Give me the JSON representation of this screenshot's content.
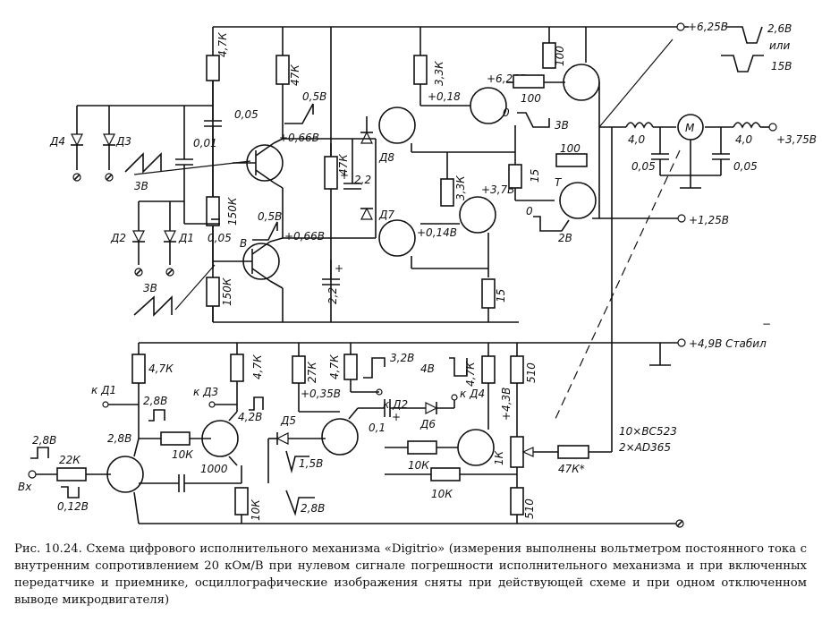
{
  "voltages": {
    "top_rail": "+6,25В",
    "osc_right_1": "2,6В",
    "osc_right_or": "или",
    "osc_right_2": "15В",
    "r_top_right": "100",
    "r_top_mid": "100",
    "node_out_top": "+6,25В",
    "osc_0": "0",
    "osc_3v": "3В",
    "coil_left": "4,0",
    "coil_right": "4,0",
    "out_right": "+3,75В",
    "cap_left": "0,05",
    "cap_right": "0,05",
    "motor": "M",
    "r_47k_top": "4,7К",
    "r_47k_mid": "47К",
    "osc_05v_a": "0,5В",
    "cap_005_a": "0,05",
    "node_066_a": "+0,66В",
    "r_33k_a": "3,3К",
    "node_018": "+0,18",
    "cap_001": "0,01",
    "d4": "Д4",
    "d3": "Д3",
    "osc_3v_left": "3В",
    "r_47k_vert": "47К",
    "cap_22_a": "2,2",
    "d8": "Д8",
    "r_33k_b": "3,3К",
    "node_37": "+3,7В",
    "r_15_a": "15",
    "r_100_t": "100",
    "t_label": "T",
    "osc_0_b": "0",
    "osc_2v": "2В",
    "rail_125": "+1,25В",
    "r_150k_a": "150К",
    "osc_05v_b": "0,5В",
    "node_b": "В",
    "node_066_b": "+0,66В",
    "d7": "Д7",
    "node_014": "+0,14В",
    "d2": "Д2",
    "d1": "Д1",
    "cap_005_b": "0,05",
    "osc_3v_b": "3В",
    "r_150k_b": "150К",
    "cap_22_b": "2,2",
    "r_15_b": "15",
    "rail_49": "+4,9В Стабил",
    "r_47k_b1": "4,7К",
    "r_47k_b2": "4,7К",
    "r_27k": "27К",
    "r_47k_b3": "4,7К",
    "osc_32v": "3,2В",
    "osc_4v": "4В",
    "r_47k_b4": "4,7К",
    "r_510_a": "510",
    "k_d1": "к Д1",
    "k_d3": "к Д3",
    "osc_28v_a": "2,8В",
    "node_035": "+0,35В",
    "k_d2": "к Д2",
    "k_d4": "к Д4",
    "osc_42v": "4,2В",
    "d5": "Д5",
    "d6": "Д6",
    "node_43": "+4,3В",
    "osc_28v_b": "2,8В",
    "r_10k_a": "10К",
    "cap_01": "0,1",
    "osc_15v": "1,5В",
    "r_10k_b": "10К",
    "r_1k": "1К",
    "r_47k_star": "47К*",
    "parts_1": "10×ВС523",
    "parts_2": "2×АD365",
    "osc_28v_in": "2,8В",
    "r_22k": "22К",
    "in_label": "Вх",
    "osc_012": "0,12В",
    "cap_1000": "1000",
    "r_10k_c": "10К",
    "osc_28v_c": "2,8В",
    "r_10k_d": "10К",
    "r_510_b": "510",
    "minus_sign": "−"
  },
  "caption": "Рис. 10.24. Схема цифрового исполнительного механизма «Digitrio» (измерения выполнены вольтметром постоянного тока с внутренним сопротивлением 20 кОм/В при нулевом сигнале погрешности исполнительного механизма и при включенных передатчике и приемнике, осциллографические изображения сняты при действующей схеме и при одном отключенном выводе микродвигателя)"
}
